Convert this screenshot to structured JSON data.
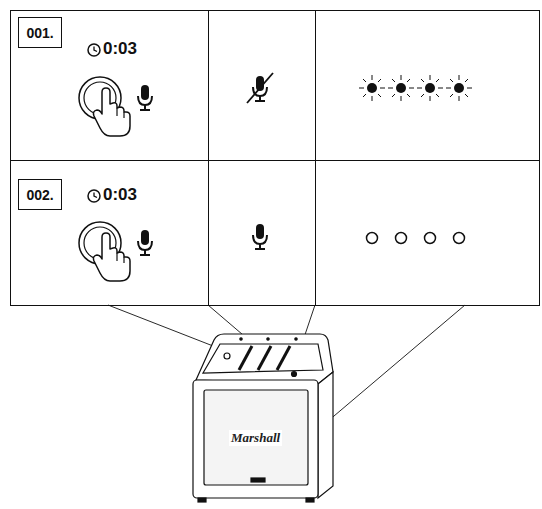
{
  "diagram": {
    "nodes": [
      {
        "text": [
          "001."
        ]
      },
      {
        "text": [
          "002."
        ]
      }
    ],
    "labels": [
      "0:03",
      "0:03",
      "Marshall"
    ]
  }
}
